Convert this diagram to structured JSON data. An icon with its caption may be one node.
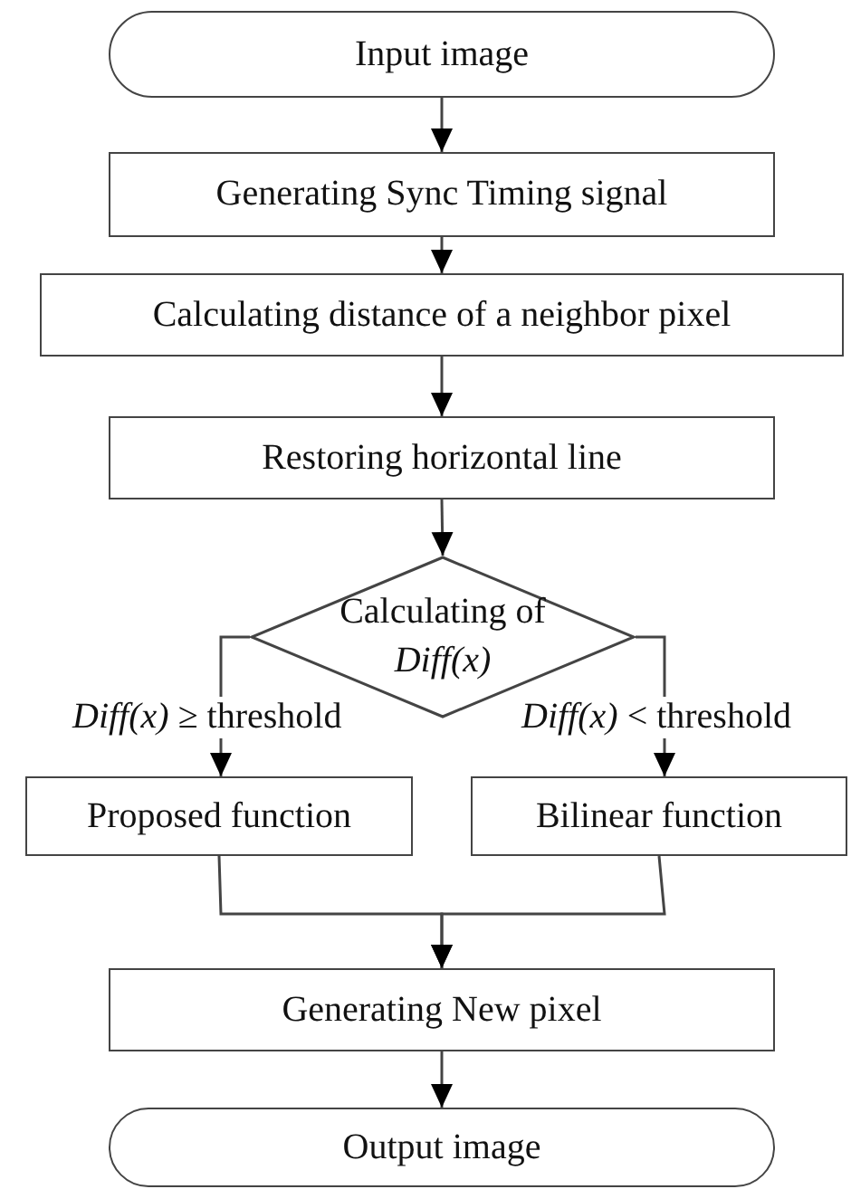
{
  "diagram": {
    "nodes": [
      {
        "text": [
          "Input image"
        ]
      },
      {
        "text": [
          "Generating Sync Timing signal"
        ]
      },
      {
        "text": [
          "Calculating distance of a neighbor pixel"
        ]
      },
      {
        "text": [
          "Restoring horizontal line"
        ]
      },
      {
        "text": [
          "Calculating of *Diff(x)*"
        ]
      },
      {
        "text": [
          "Proposed function"
        ]
      },
      {
        "text": [
          "Bilinear function"
        ]
      },
      {
        "text": [
          "Generating New pixel"
        ]
      },
      {
        "text": [
          "Output image"
        ]
      }
    ],
    "edges": [
      {
        "from": 0,
        "to": 1,
        "arrow": "to"
      },
      {
        "from": 1,
        "to": 2,
        "arrow": "to"
      },
      {
        "from": 2,
        "to": 3,
        "arrow": "to"
      },
      {
        "from": 3,
        "to": 4,
        "arrow": "to"
      },
      {
        "from": 4,
        "to": 5,
        "arrow": "to",
        "label": "*Diff(x)* ≥ threshold"
      },
      {
        "from": 4,
        "to": 6,
        "arrow": "to",
        "label": "*Diff(x)* < threshold"
      },
      {
        "from": 5,
        "to": 7,
        "arrow": "to"
      },
      {
        "from": 6,
        "to": 7,
        "arrow": "to"
      },
      {
        "from": 7,
        "to": 8,
        "arrow": "to"
      }
    ]
  }
}
